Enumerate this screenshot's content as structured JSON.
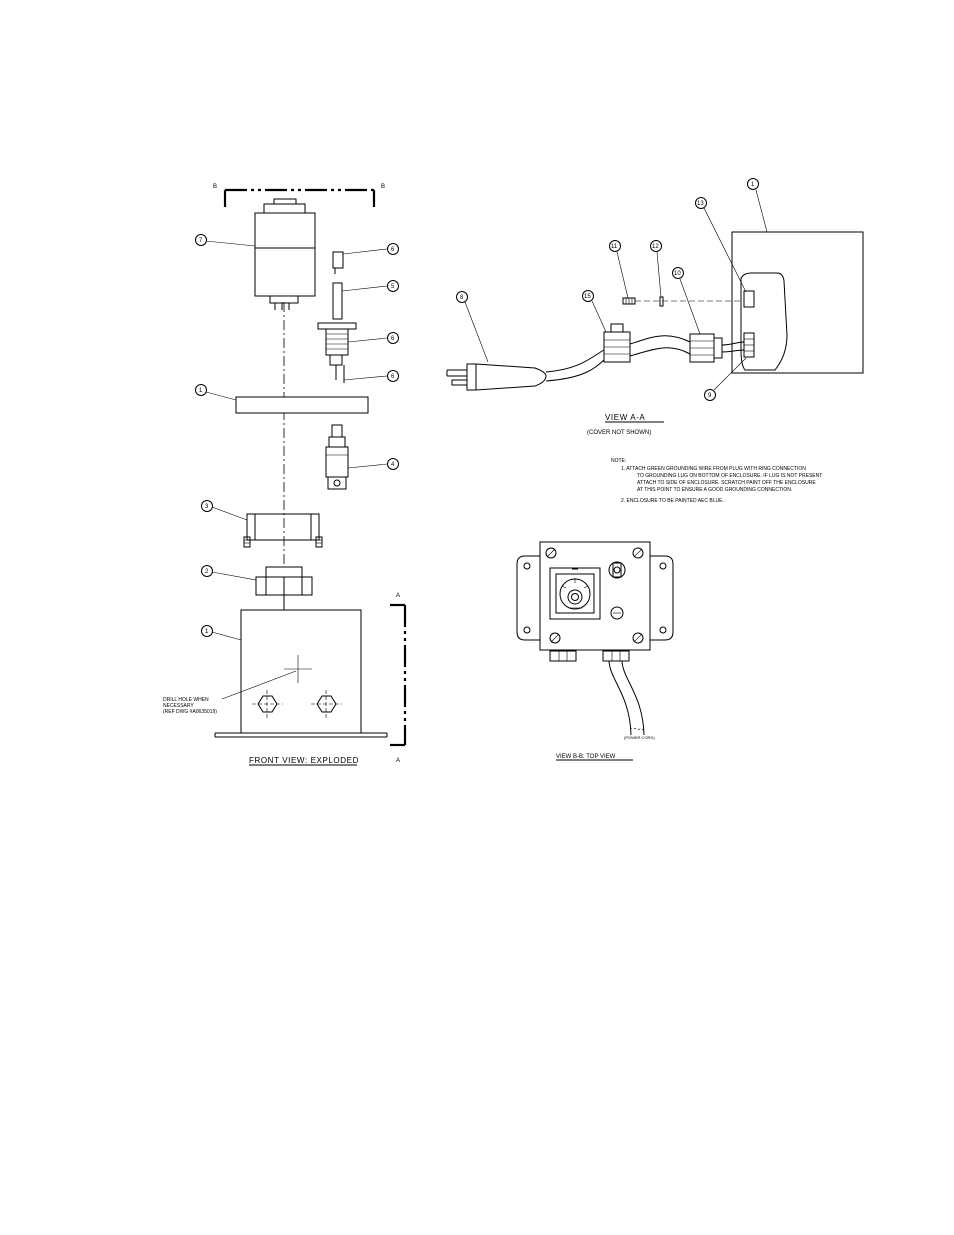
{
  "front_view": {
    "title": "FRONT VIEW: EXPLODED",
    "section_marks": {
      "b_left": "B",
      "b_right": "B",
      "a_top": "A",
      "a_bottom": "A"
    },
    "callouts": [
      "7",
      "6",
      "5",
      "6",
      "6",
      "1",
      "4",
      "3",
      "2",
      "1"
    ],
    "drill_note": [
      "DRILL HOLE WHEN",
      "NECESSARY",
      "(REF DWG #A0635019)"
    ]
  },
  "view_aa": {
    "title": "VIEW A-A",
    "subtitle": "(COVER NOT SHOWN)",
    "callouts": [
      "1",
      "13",
      "11",
      "12",
      "10",
      "15",
      "8",
      "9"
    ]
  },
  "notes": {
    "heading": "NOTE:",
    "items": [
      [
        "1.  ATTACH GREEN GROUNDING WIRE FROM PLUG WITH RING CONNECTION",
        "TO GROUNDING LUG ON BOTTOM OF ENCLOSURE. IF LUG IS NOT PRESENT",
        "ATTACH TO SIDE OF ENCLOSURE. SCRATCH PAINT OFF THE ENCLOSURE",
        "AT THIS POINT TO ENSURE A GOOD GROUNDING CONNECTION."
      ],
      [
        "2.  ENCLOSURE TO BE PAINTED AEC BLUE."
      ]
    ]
  },
  "view_bb": {
    "title": "VIEW B-B: TOP VIEW",
    "power_cord_label": "(POWER CORD)"
  }
}
